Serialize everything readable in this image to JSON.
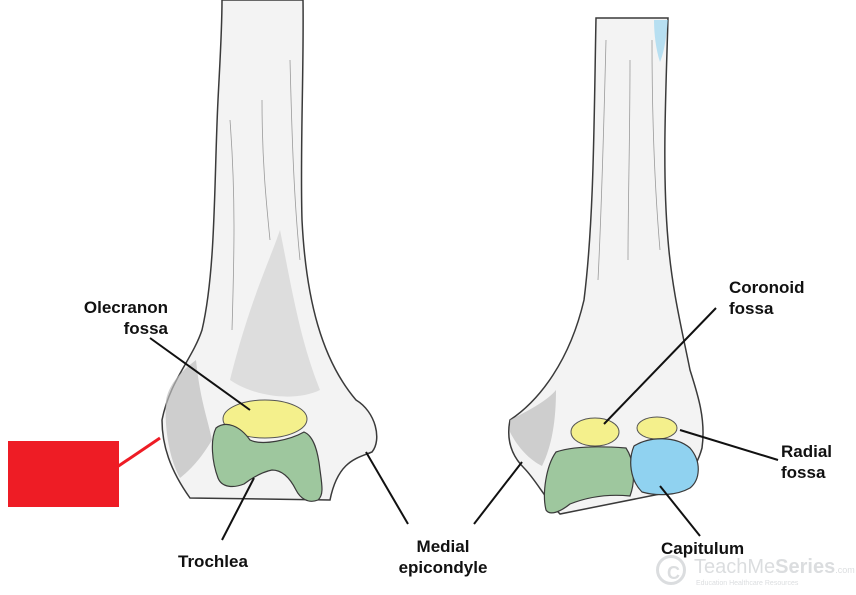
{
  "colors": {
    "trochlea": "#9ec79e",
    "fossa": "#f4f08c",
    "capitulum": "#90d2f0",
    "bone": "#f3f3f3",
    "outline": "#3a3a3a",
    "marker": "#ee1c25"
  },
  "labels": {
    "olecranon_fossa": [
      "Olecranon",
      "fossa"
    ],
    "trochlea": "Trochlea",
    "medial_epicondyle": [
      "Medial",
      "epicondyle"
    ],
    "coronoid_fossa": [
      "Coronoid",
      "fossa"
    ],
    "radial_fossa": [
      "Radial",
      "fossa"
    ],
    "capitulum": "Capitulum"
  },
  "watermark": {
    "brand_light": "TeachMe",
    "brand_bold": "Series",
    "suffix": ".com",
    "tagline": "Education Healthcare Resources"
  },
  "icons": {
    "copyright": "copyright-icon"
  }
}
